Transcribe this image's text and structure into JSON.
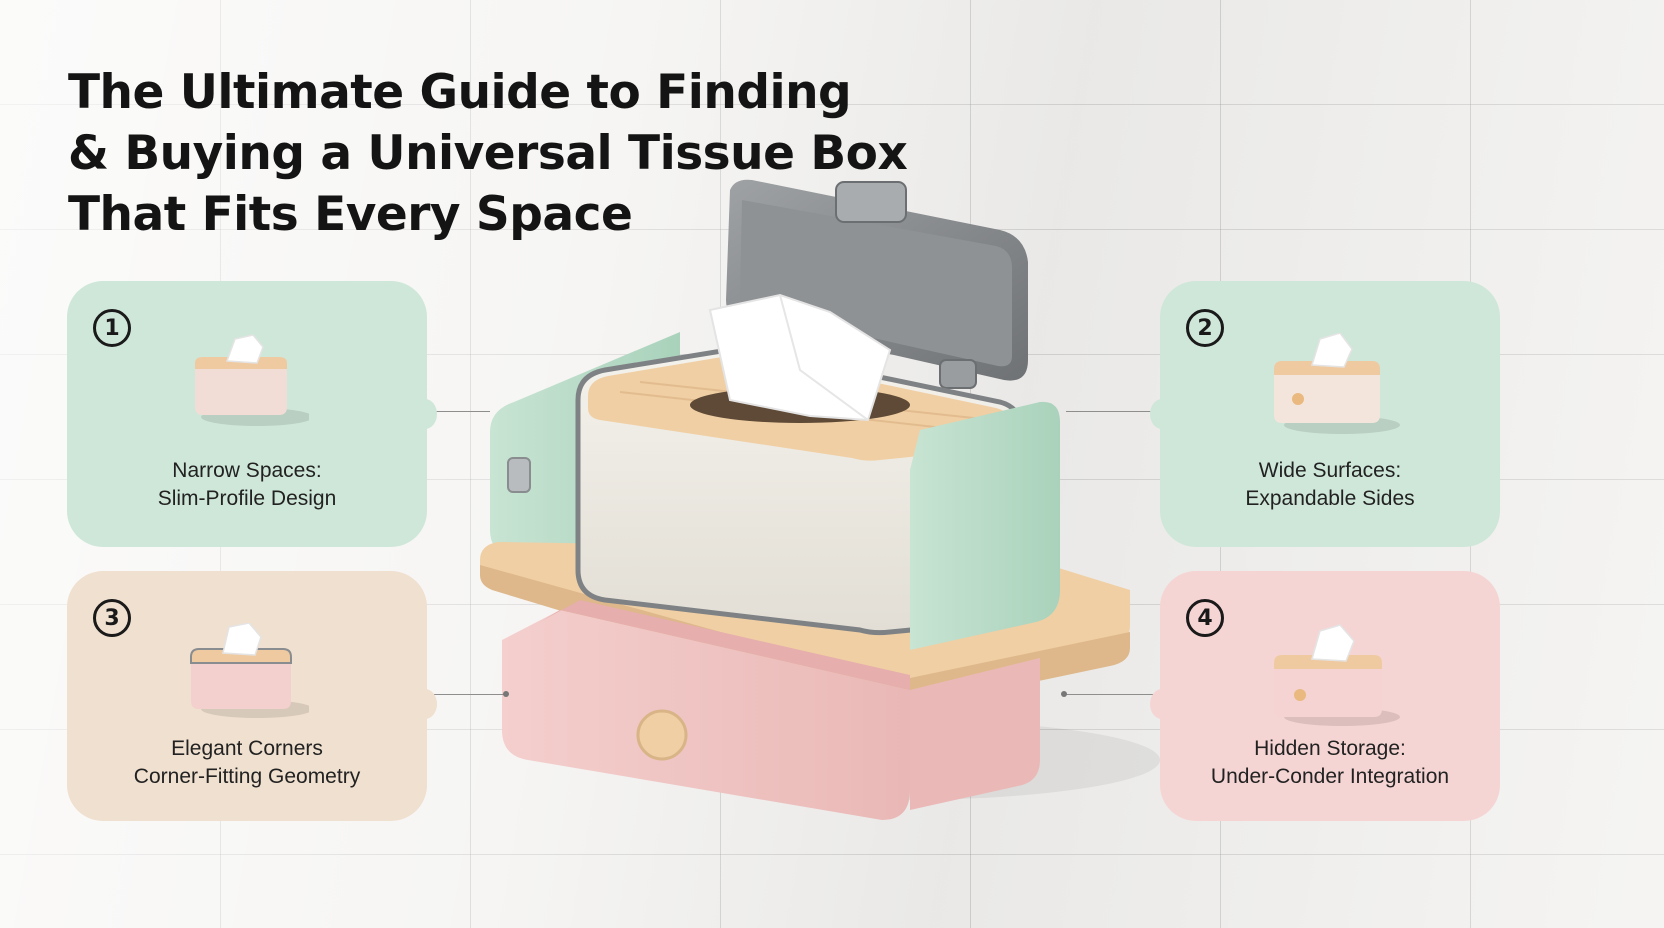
{
  "headline": {
    "line1": "The Ultimate Guide to Finding",
    "line2": "& Buying a Universal Tissue Box",
    "line3": "That Fits Every Space"
  },
  "cards": [
    {
      "number": "1",
      "line1": "Narrow Spaces:",
      "line2": "Slim-Profile Design",
      "color": "#cfe7d9"
    },
    {
      "number": "2",
      "line1": "Wide Surfaces:",
      "line2": "Expandable Sides",
      "color": "#cfe7d9"
    },
    {
      "number": "3",
      "line1": "Elegant Corners",
      "line2": "Corner-Fitting Geometry",
      "color": "#f0e0cf"
    },
    {
      "number": "4",
      "line1": "Hidden Storage:",
      "line2": "Under-Conder Integration",
      "color": "#f5d5d3"
    }
  ],
  "colors": {
    "mint": "#bfdfcb",
    "wood": "#f0cfa4",
    "cream": "#f1eee7",
    "pink": "#f2c8c6",
    "metal": "#8a8d90"
  },
  "icons": [
    "tissue-box-icon",
    "wall-mounted-tissue-box-illustration"
  ]
}
